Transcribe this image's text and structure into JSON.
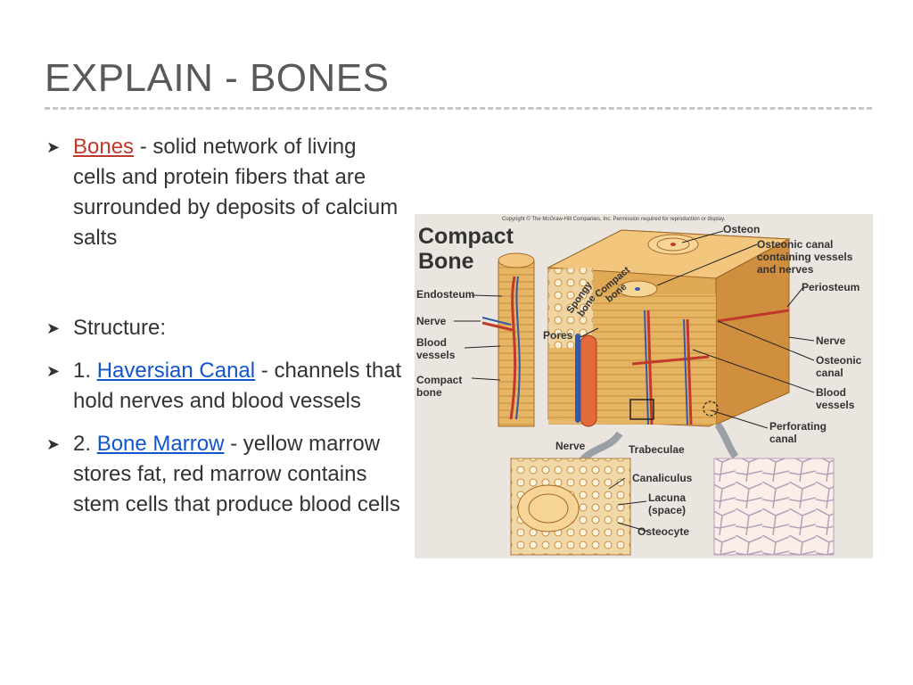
{
  "slide": {
    "title": "EXPLAIN - BONES",
    "bullet_marker": "➤",
    "bullets": [
      {
        "term": "Bones",
        "rest": " - solid network of living cells and protein fibers that are surrounded by deposits of calcium salts"
      },
      {
        "term": "",
        "rest": "Structure:"
      },
      {
        "prefix": "1. ",
        "term": "Haversian Canal",
        "rest": " - channels that hold nerves and blood vessels"
      },
      {
        "prefix": "2. ",
        "term": "Bone Marrow",
        "rest": " - yellow marrow stores fat, red marrow contains stem cells that produce blood cells"
      }
    ]
  },
  "figure": {
    "copyright": "Copyright © The McGraw-Hill Companies, Inc. Permission required for reproduction or display.",
    "heading_line1": "Compact",
    "heading_line2": "Bone",
    "labels": {
      "osteon": "Osteon",
      "osteonic_canal_vessels_1": "Osteonic canal",
      "osteonic_canal_vessels_2": "containing vessels",
      "osteonic_canal_vessels_3": "and nerves",
      "periosteum": "Periosteum",
      "endosteum": "Endosteum",
      "nerve_left": "Nerve",
      "blood_vessels_left_1": "Blood",
      "blood_vessels_left_2": "vessels",
      "compact_bone_1": "Compact",
      "compact_bone_2": "bone",
      "pores": "Pores",
      "spongy_bone_1": "Spongy",
      "spongy_bone_2": "bone",
      "compact_bone_tilt_1": "Compact",
      "compact_bone_tilt_2": "bone",
      "nerve_right": "Nerve",
      "osteonic_canal_1": "Osteonic",
      "osteonic_canal_2": "canal",
      "blood_vessels_right_1": "Blood",
      "blood_vessels_right_2": "vessels",
      "perforating_canal_1": "Perforating",
      "perforating_canal_2": "canal",
      "nerve_bottom": "Nerve",
      "trabeculae": "Trabeculae",
      "canaliculus": "Canaliculus",
      "lacuna": "Lacuna",
      "space": "(space)",
      "osteocyte": "Osteocyte"
    }
  }
}
